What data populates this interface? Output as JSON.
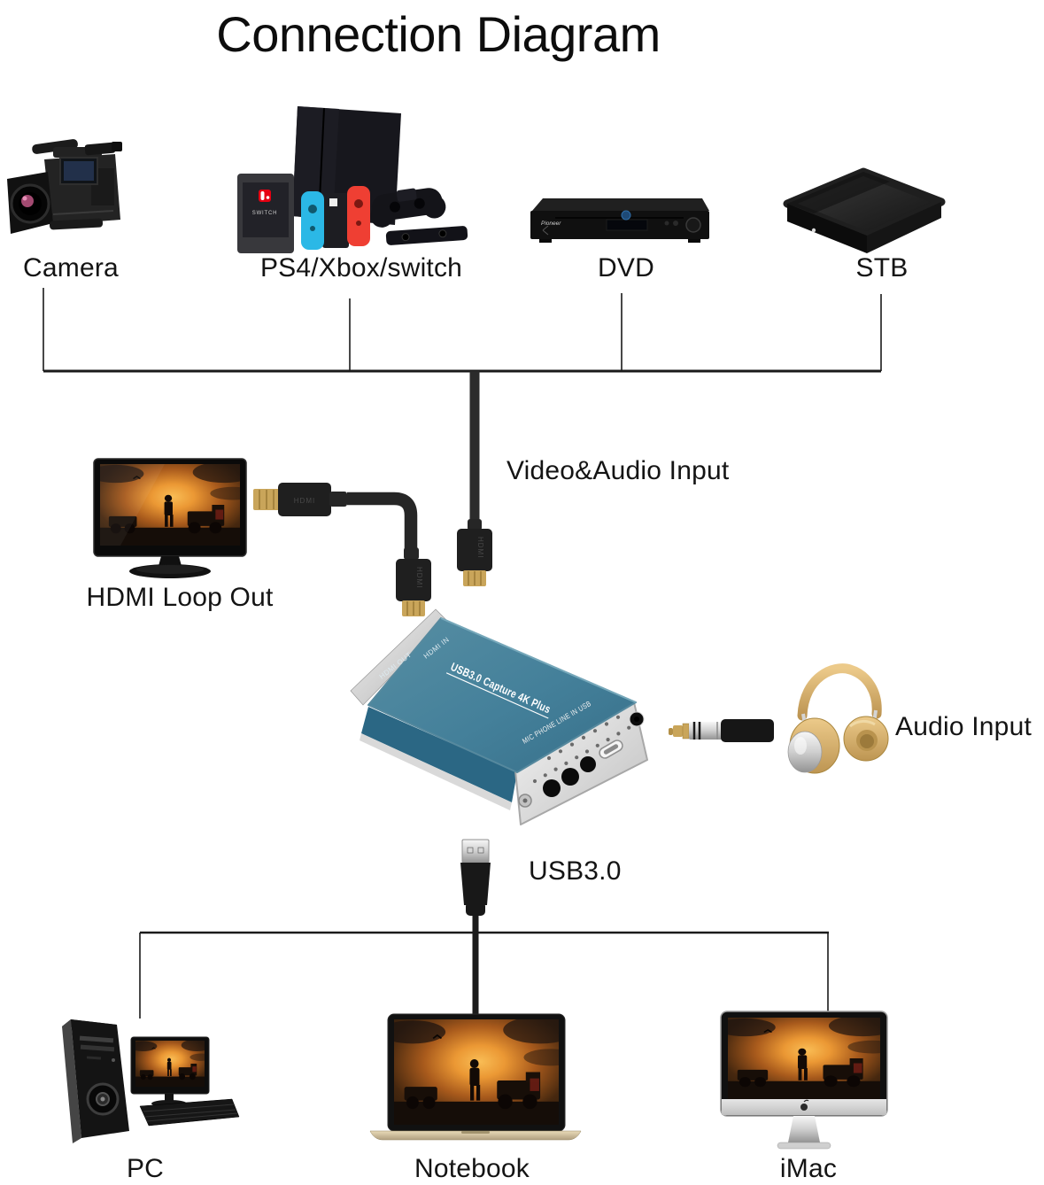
{
  "title": "Connection Diagram",
  "sources": {
    "camera": {
      "label": "Camera"
    },
    "consoles": {
      "label": "PS4/Xbox/switch",
      "switch_logo_text": "SWITCH"
    },
    "dvd": {
      "label": "DVD",
      "brand": "Pioneer"
    },
    "stb": {
      "label": "STB"
    }
  },
  "connections": {
    "video_audio_input": "Video&Audio Input",
    "hdmi_loop_out": "HDMI Loop Out",
    "audio_input": "Audio Input",
    "usb": "USB3.0"
  },
  "capture_device": {
    "name": "USB3.0 Capture 4K Plus",
    "hdmi_out_label": "HDMI OUT",
    "hdmi_in_label": "HDMI IN",
    "front_panel_labels": "MIC PHONE LINE IN USB",
    "hdmi_connector_label": "HDMI"
  },
  "outputs": {
    "pc": {
      "label": "PC"
    },
    "notebook": {
      "label": "Notebook"
    },
    "imac": {
      "label": "iMac"
    }
  },
  "colors": {
    "device_top": "#44809a",
    "device_side": "#2b6784",
    "silver": "#cdcdcd",
    "gold_connector": "#c9a55a",
    "headphone_gold": "#d9b176",
    "cable_black": "#262626",
    "line_black": "#1a1a1a"
  }
}
